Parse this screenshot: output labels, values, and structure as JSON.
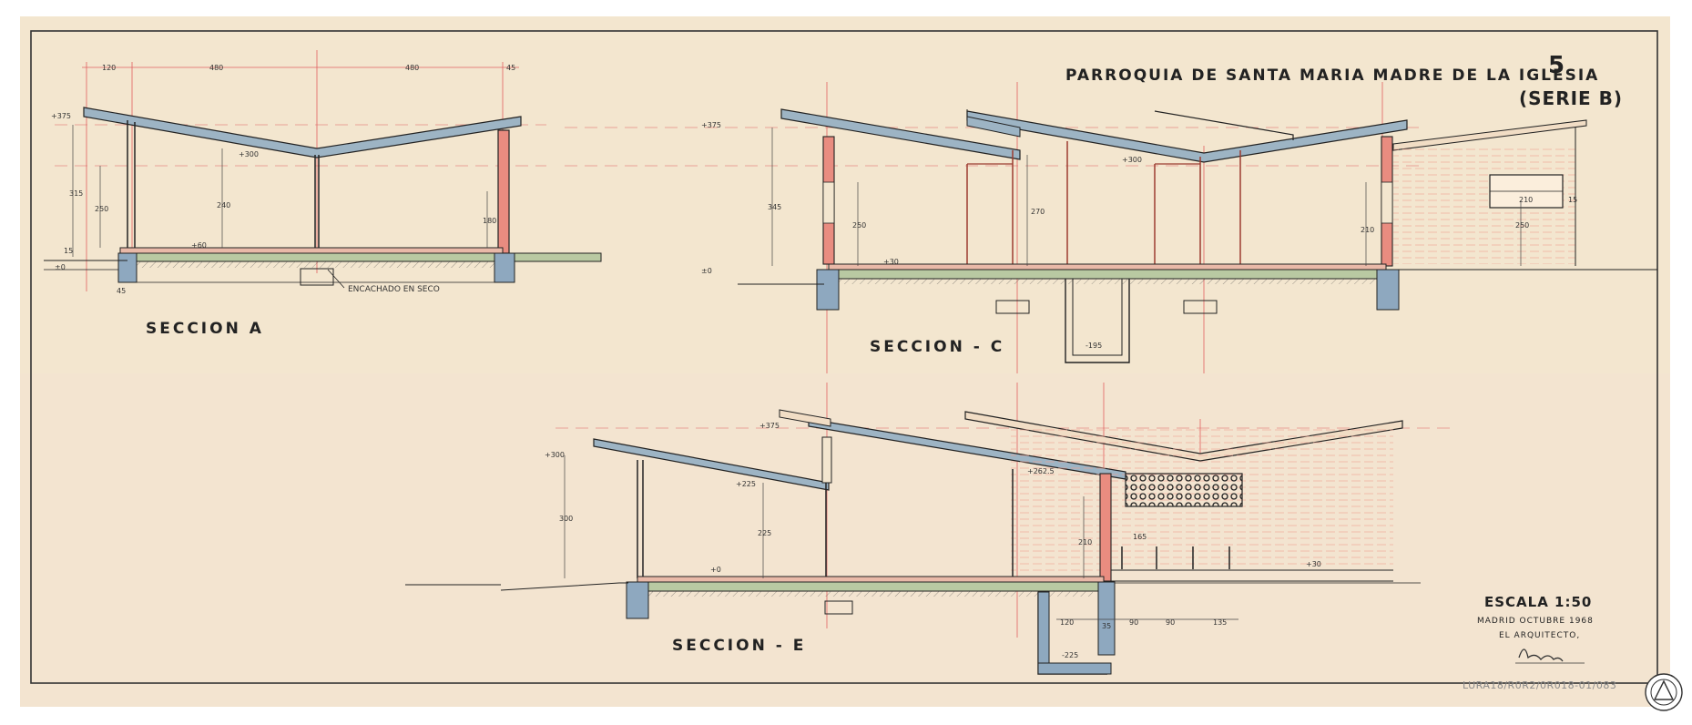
{
  "sheet": {
    "title": "PARROQUIA DE SANTA MARIA MADRE DE LA IGLESIA",
    "sheet_number": "5",
    "series": "(SERIE B)",
    "scale": "ESCALA 1:50",
    "date_line": "MADRID OCTUBRE 1968",
    "architect_label": "EL ARQUITECTO,",
    "archive_code": "LURA18/R0R2/0R018-01/083"
  },
  "sections": {
    "a": {
      "label": "SECCION  A",
      "note": "ENCACHADO EN SECO",
      "dims_top": [
        "120",
        "480",
        "480",
        "45"
      ],
      "levels": [
        "+375",
        "+300",
        "+60",
        "±0"
      ],
      "verticals": [
        "315",
        "250",
        "240",
        "180",
        "15",
        "45"
      ]
    },
    "c": {
      "label": "SECCION - C",
      "levels": [
        "+375",
        "+300",
        "+30",
        "±0",
        "-195"
      ],
      "verticals": [
        "345",
        "250",
        "270",
        "210",
        "250"
      ],
      "window_dims": [
        "210",
        "15"
      ]
    },
    "e": {
      "label": "SECCION - E",
      "levels": [
        "+375",
        "+300",
        "+225",
        "+262.5",
        "+0",
        "+30",
        "-225"
      ],
      "verticals": [
        "300",
        "225",
        "210",
        "165"
      ],
      "dims_bottom": [
        "120",
        "35",
        "90",
        "90",
        "135"
      ]
    }
  },
  "colors": {
    "paper": "#f3e6cf",
    "roof_blue": "#9db4c4",
    "wall_red": "#e98c80",
    "floor_green": "#b9c9a2",
    "footing_blue": "#8ea8bf",
    "ink": "#2a2a2a",
    "red_line": "#e06060"
  }
}
